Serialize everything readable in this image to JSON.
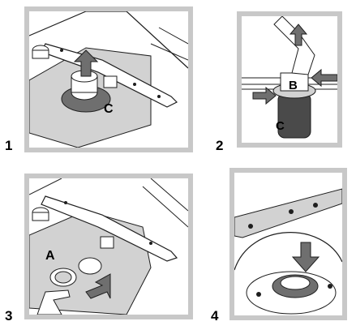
{
  "steps": [
    {
      "number": "1",
      "label": "C"
    },
    {
      "number": "2",
      "labels": [
        "B",
        "C"
      ]
    },
    {
      "number": "3",
      "label": "A"
    },
    {
      "number": "4"
    }
  ],
  "colors": {
    "frame": "#c8c8c8",
    "filter_plate": "#d2d2d2",
    "arrow_fill": "#6f6f6f",
    "outline": "#1e1e1e",
    "cylinder_dark": "#4a4a4a"
  },
  "icons": [
    "spray-arm",
    "filter-cylinder",
    "rotate-arrow",
    "up-arrow",
    "down-arrow",
    "hand"
  ]
}
